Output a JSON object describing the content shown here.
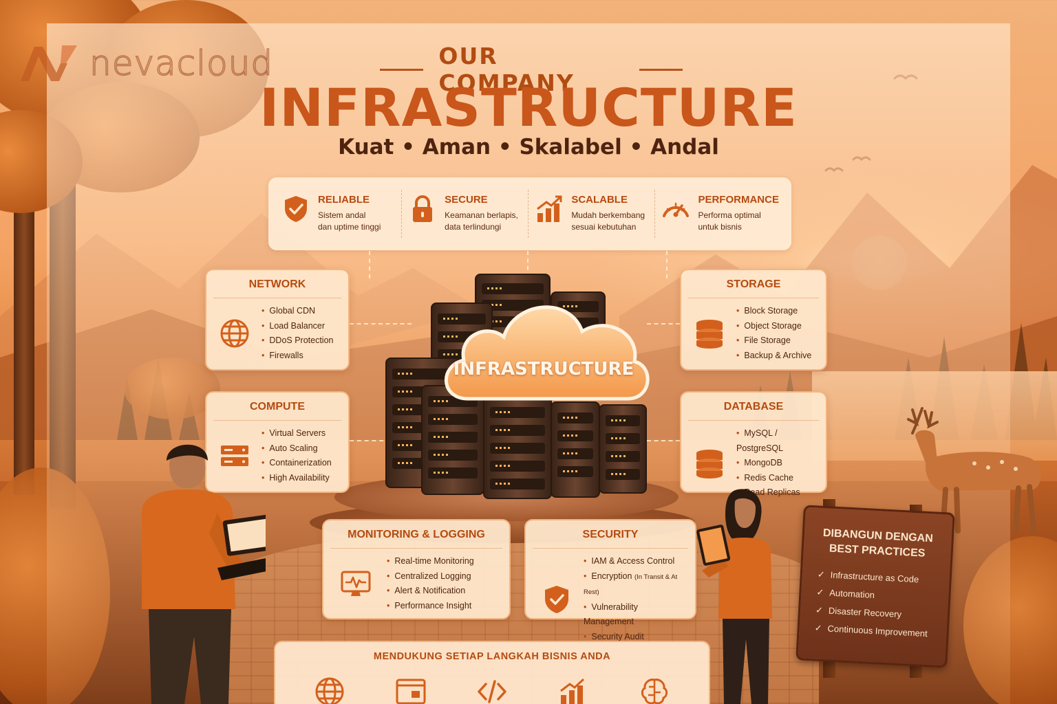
{
  "brand": {
    "name": "nevacloud"
  },
  "header": {
    "kicker": "OUR COMPANY",
    "title": "INFRASTRUCTURE",
    "subtitle": "Kuat • Aman • Skalabel • Andal"
  },
  "features": [
    {
      "icon": "shield-check-icon",
      "title": "RELIABLE",
      "desc": "Sistem andal\ndan uptime tinggi"
    },
    {
      "icon": "padlock-icon",
      "title": "SECURE",
      "desc": "Keamanan berlapis,\ndata terlindungi"
    },
    {
      "icon": "growth-chart-icon",
      "title": "SCALABLE",
      "desc": "Mudah berkembang\nsesuai kebutuhan"
    },
    {
      "icon": "speedometer-icon",
      "title": "PERFORMANCE",
      "desc": "Performa optimal\nuntuk bisnis"
    }
  ],
  "center": {
    "label": "INFRASTRUCTURE"
  },
  "cards": {
    "network": {
      "title": "NETWORK",
      "icon": "globe-icon",
      "items": [
        "Global CDN",
        "Load Balancer",
        "DDoS Protection",
        "Firewalls"
      ]
    },
    "compute": {
      "title": "COMPUTE",
      "icon": "server-rack-icon",
      "items": [
        "Virtual Servers",
        "Auto Scaling",
        "Containerization",
        "High Availability"
      ]
    },
    "storage": {
      "title": "STORAGE",
      "icon": "storage-stack-icon",
      "items": [
        "Block Storage",
        "Object Storage",
        "File Storage",
        "Backup & Archive"
      ]
    },
    "database": {
      "title": "DATABASE",
      "icon": "database-icon",
      "items": [
        "MySQL / PostgreSQL",
        "MongoDB",
        "Redis Cache",
        "Read Replicas"
      ]
    },
    "monitoring": {
      "title": "MONITORING & LOGGING",
      "icon": "monitor-pulse-icon",
      "items": [
        "Real-time Monitoring",
        "Centralized Logging",
        "Alert & Notification",
        "Performance Insight"
      ]
    },
    "security": {
      "title": "SECURITY",
      "icon": "shield-check-icon",
      "items": [
        "IAM & Access Control",
        "Encryption",
        "Vulnerability Management",
        "Security Audit"
      ],
      "encryption_note": "(In Transit & At Rest)"
    }
  },
  "sign": {
    "title": "DIBANGUN DENGAN\nBEST PRACTICES",
    "items": [
      "Infrastructure as Code",
      "Automation",
      "Disaster Recovery",
      "Continuous Improvement"
    ]
  },
  "bottom": {
    "title": "MENDUKUNG SETIAP LANGKAH BISNIS ANDA",
    "icons": [
      "globe-icon",
      "browser-window-icon",
      "code-icon",
      "growth-chart-icon",
      "brain-icon"
    ]
  },
  "colors": {
    "accent": "#b54b10",
    "title": "#c9561a",
    "panel": "#ffe8ce",
    "dark_text": "#4e2410"
  }
}
